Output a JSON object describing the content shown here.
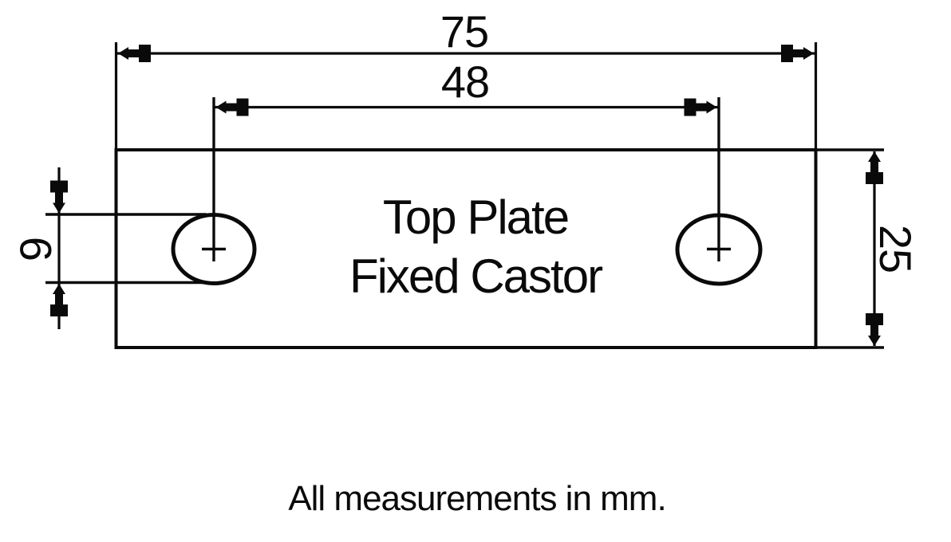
{
  "diagram": {
    "plate_label": {
      "line1": "Top Plate",
      "line2": "Fixed Castor"
    },
    "dims": {
      "plate_width_mm": "75",
      "fixing_centres_mm": "48",
      "hole_diameter_mm": "9",
      "plate_depth_mm": "25"
    },
    "footer_note": "All measurements in mm.",
    "colors": {
      "ink": "#0a0a0a",
      "paper": "#ffffff"
    }
  }
}
